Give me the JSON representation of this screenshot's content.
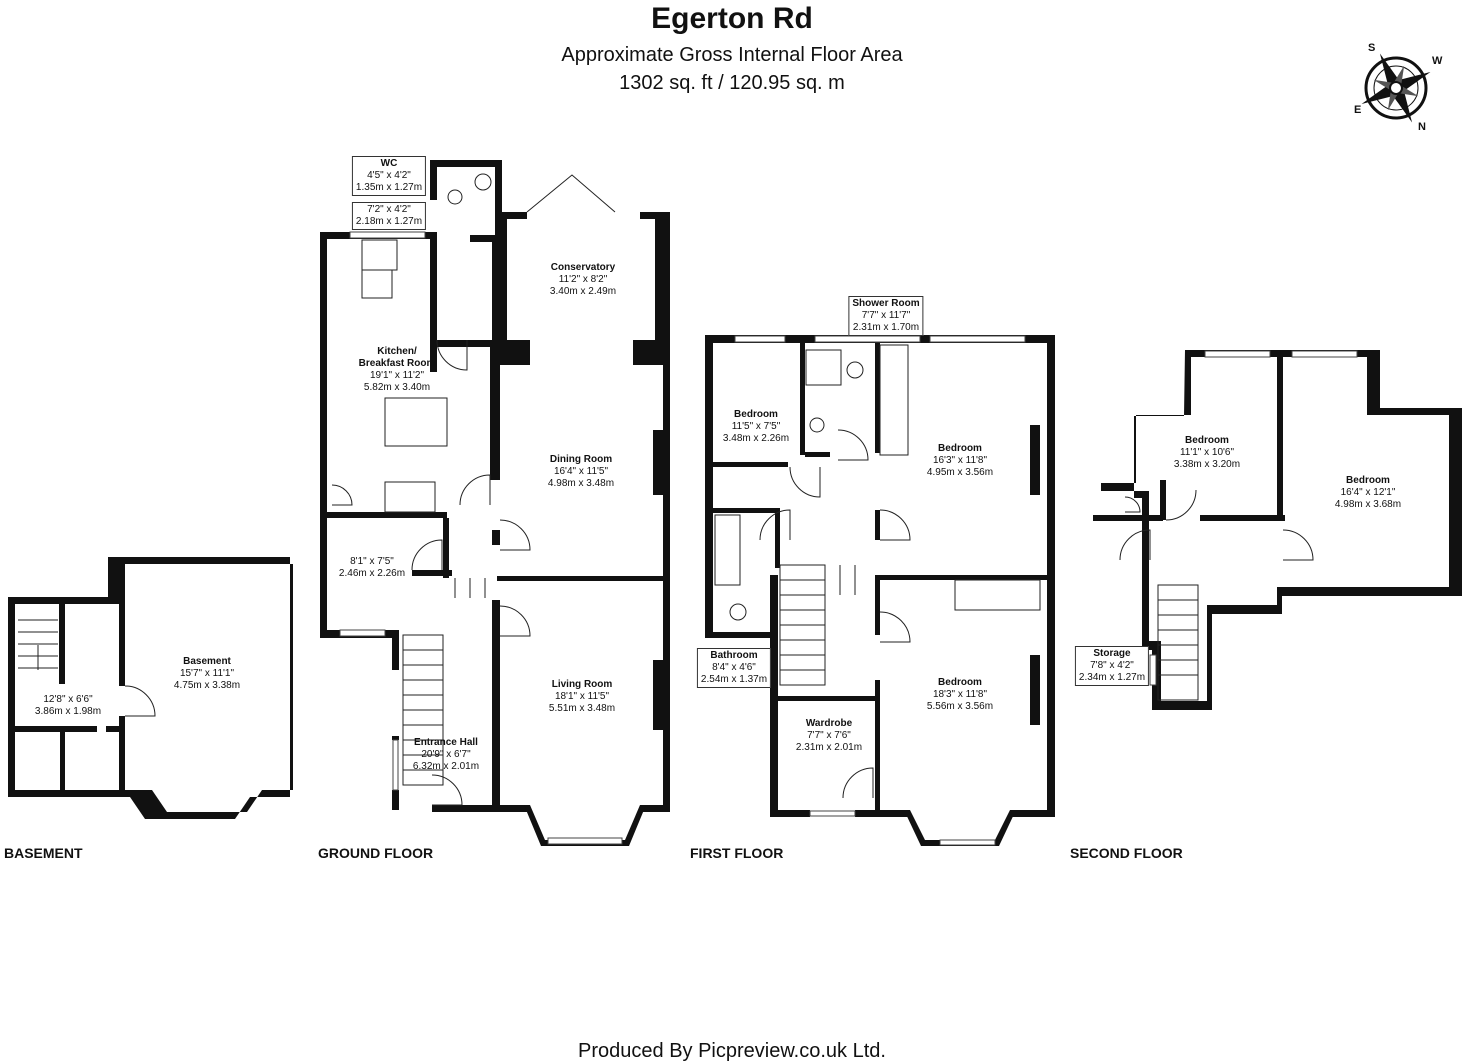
{
  "header": {
    "title": "Egerton Rd",
    "subtitle": "Approximate Gross Internal Floor Area",
    "area": "1302 sq. ft / 120.95 sq. m"
  },
  "compass": {
    "s": "S",
    "w": "W",
    "e": "E",
    "n": "N"
  },
  "floors": {
    "basement": "BASEMENT",
    "ground": "GROUND FLOOR",
    "first": "FIRST FLOOR",
    "second": "SECOND FLOOR"
  },
  "rooms": {
    "basement_main": {
      "name": "Basement",
      "imperial": "15'7\" x 11'1\"",
      "metric": "4.75m x 3.38m"
    },
    "basement_small": {
      "name": "",
      "imperial": "12'8\" x 6'6\"",
      "metric": "3.86m x 1.98m"
    },
    "wc": {
      "name": "WC",
      "imperial": "4'5\" x 4'2\"",
      "metric": "1.35m x 1.27m"
    },
    "utility": {
      "name": "",
      "imperial": "7'2\" x 4'2\"",
      "metric": "2.18m x 1.27m"
    },
    "conservatory": {
      "name": "Conservatory",
      "imperial": "11'2\" x 8'2\"",
      "metric": "3.40m x 2.49m"
    },
    "kitchen": {
      "name": "Kitchen/\nBreakfast Room",
      "name1": "Kitchen/",
      "name2": "Breakfast Room",
      "imperial": "19'1\" x 11'2\"",
      "metric": "5.82m x 3.40m"
    },
    "dining": {
      "name": "Dining Room",
      "imperial": "16'4\" x 11'5\"",
      "metric": "4.98m x 3.48m"
    },
    "ground_small": {
      "name": "",
      "imperial": "8'1\" x 7'5\"",
      "metric": "2.46m x 2.26m"
    },
    "living": {
      "name": "Living Room",
      "imperial": "18'1\" x 11'5\"",
      "metric": "5.51m x 3.48m"
    },
    "entrance": {
      "name": "Entrance Hall",
      "imperial": "20'9\" x 6'7\"",
      "metric": "6.32m x 2.01m"
    },
    "shower": {
      "name": "Shower Room",
      "imperial": "7'7\" x 11'7\"",
      "metric": "2.31m x 1.70m"
    },
    "ff_bed_small": {
      "name": "Bedroom",
      "imperial": "11'5\" x 7'5\"",
      "metric": "3.48m x 2.26m"
    },
    "ff_bed_rear": {
      "name": "Bedroom",
      "imperial": "16'3\" x 11'8\"",
      "metric": "4.95m x 3.56m"
    },
    "bathroom": {
      "name": "Bathroom",
      "imperial": "8'4\" x 4'6\"",
      "metric": "2.54m x 1.37m"
    },
    "ff_bed_front": {
      "name": "Bedroom",
      "imperial": "18'3\" x 11'8\"",
      "metric": "5.56m x 3.56m"
    },
    "wardrobe": {
      "name": "Wardrobe",
      "imperial": "7'7\" x 7'6\"",
      "metric": "2.31m x 2.01m"
    },
    "sf_bed1": {
      "name": "Bedroom",
      "imperial": "11'1\" x 10'6\"",
      "metric": "3.38m x 3.20m"
    },
    "sf_bed2": {
      "name": "Bedroom",
      "imperial": "16'4\" x 12'1\"",
      "metric": "4.98m x 3.68m"
    },
    "storage": {
      "name": "Storage",
      "imperial": "7'8\" x 4'2\"",
      "metric": "2.34m x 1.27m"
    }
  },
  "footer": "Produced By Picpreview.co.uk Ltd."
}
